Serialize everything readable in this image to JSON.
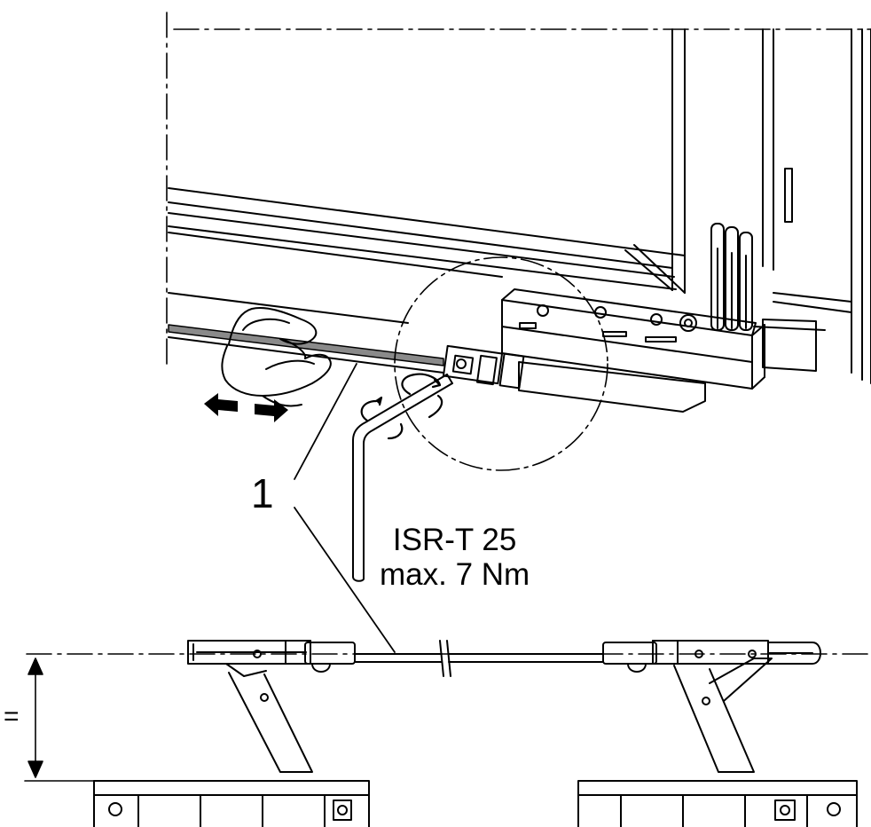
{
  "callout_number": "1",
  "tool_name": "ISR-T 25",
  "torque_value": "max. 7 Nm",
  "equal_sign": "="
}
